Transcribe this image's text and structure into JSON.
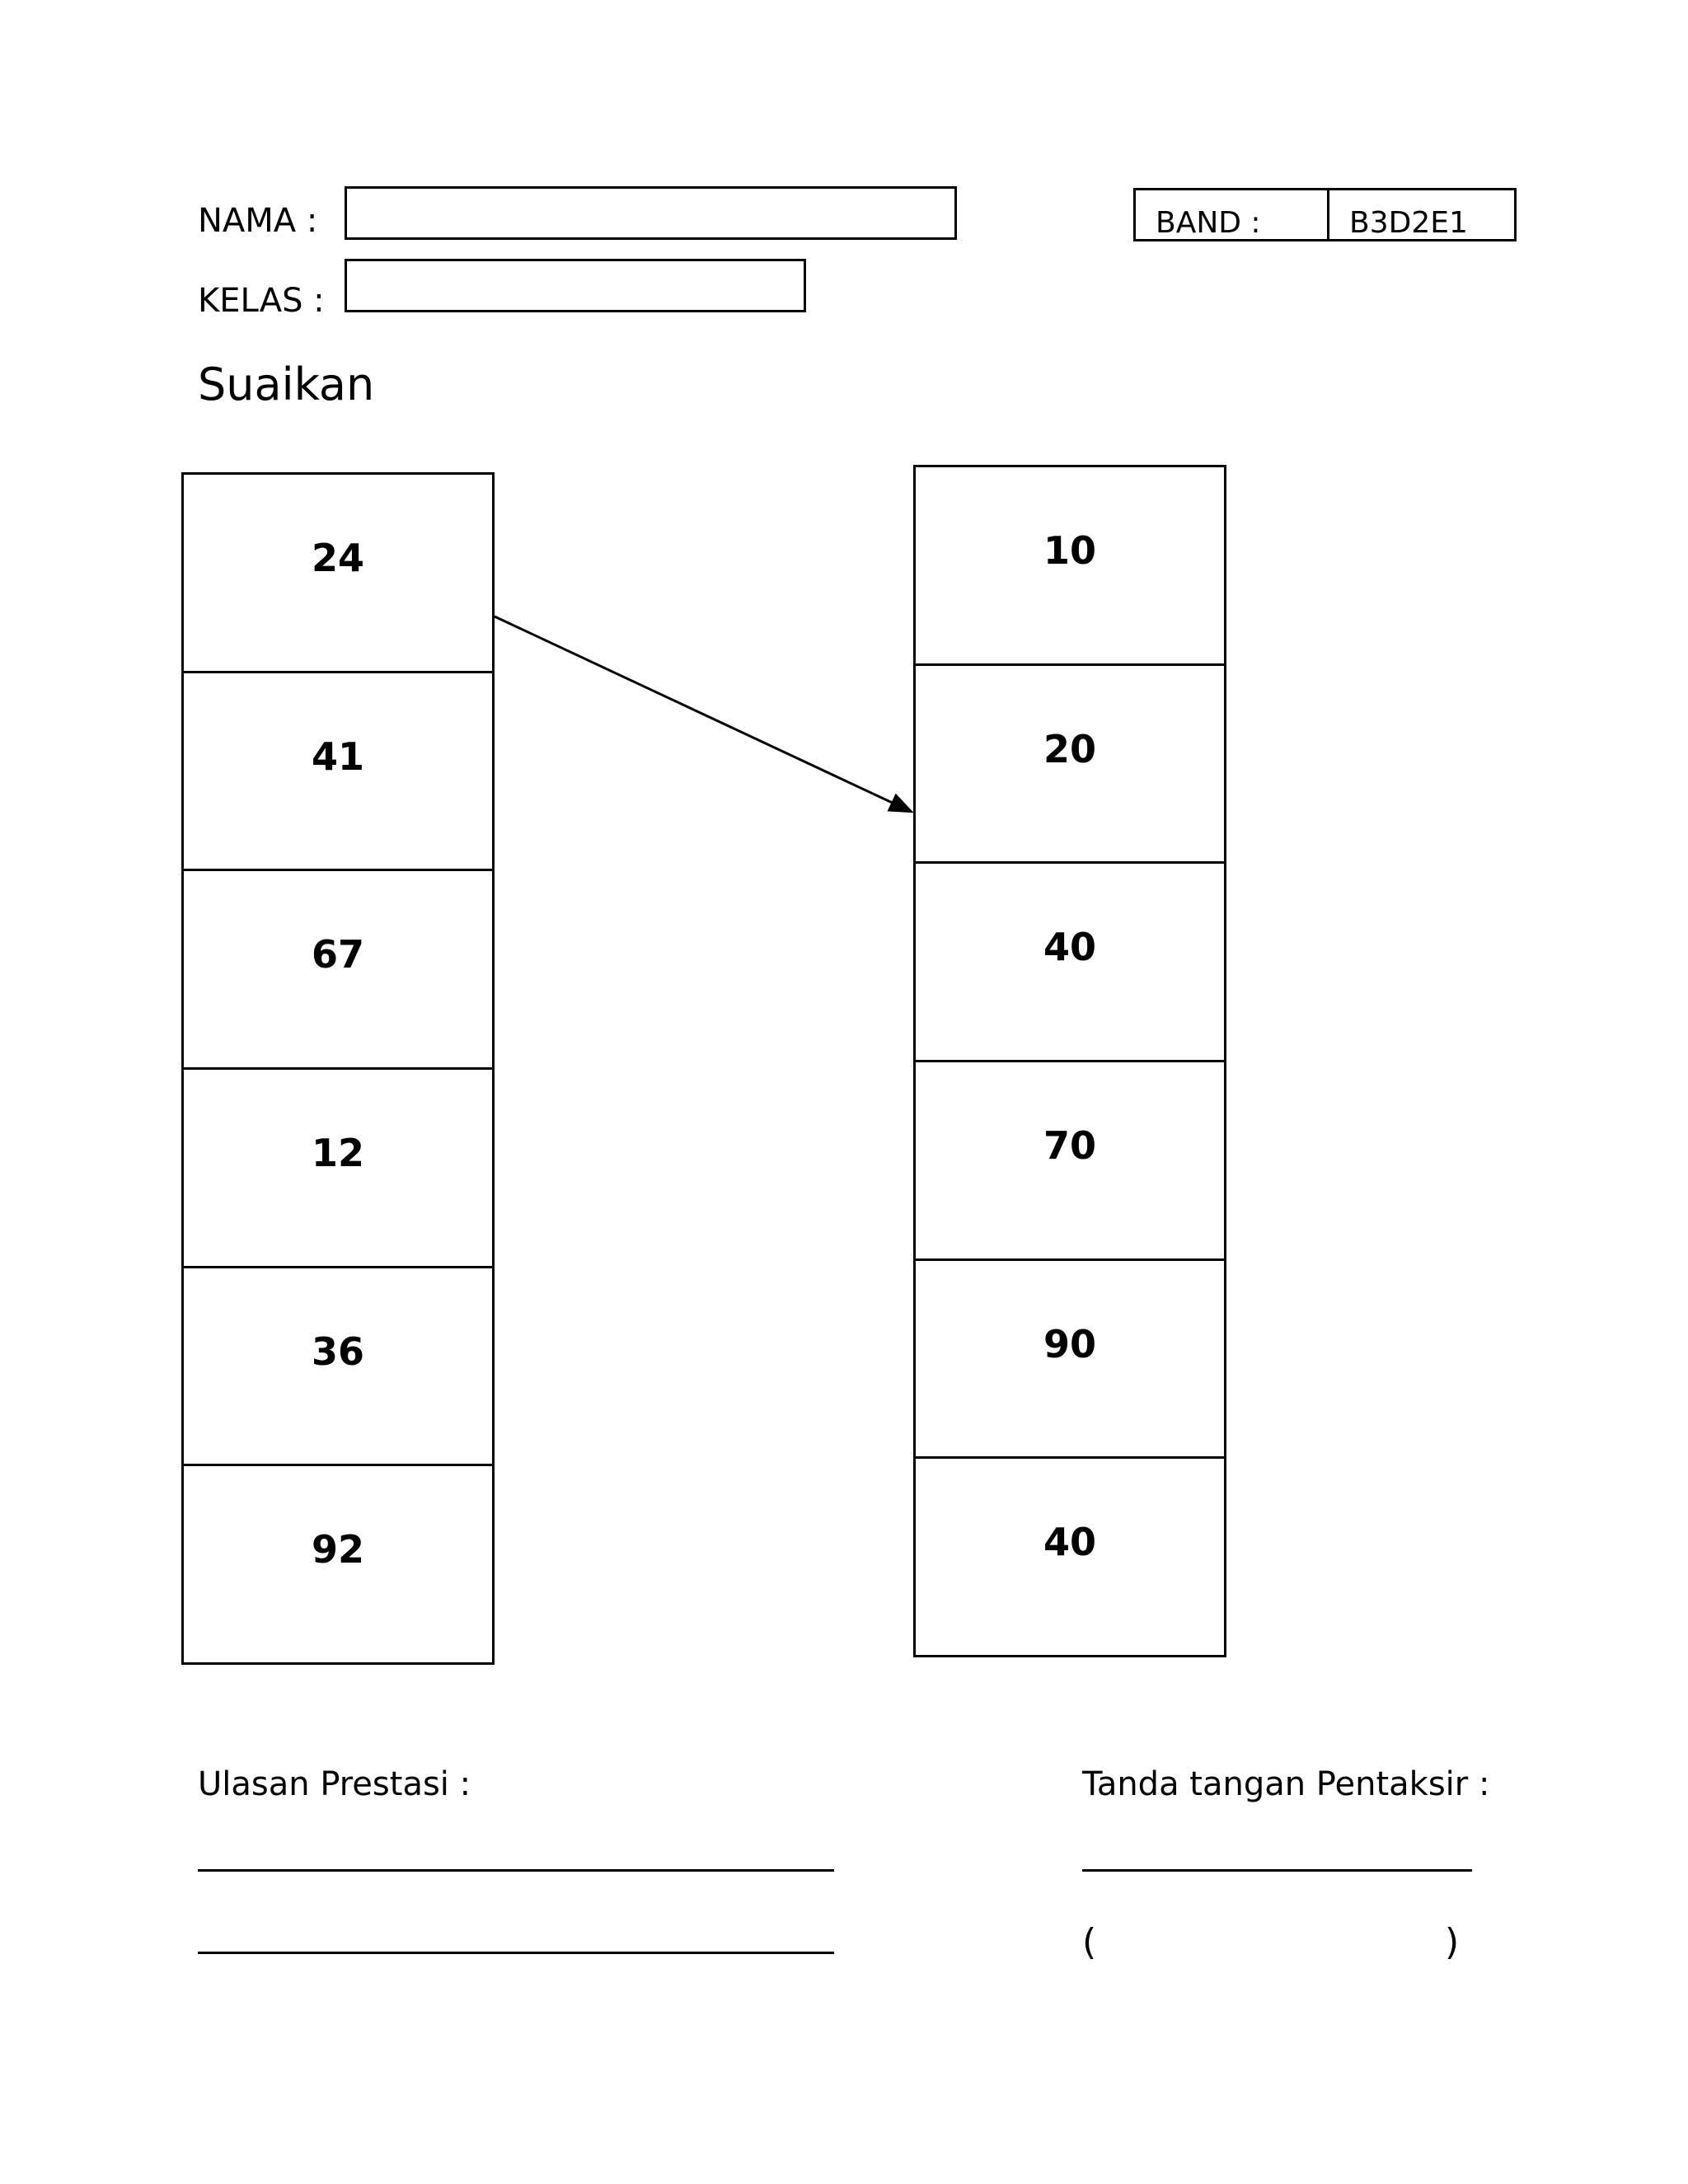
{
  "header": {
    "nama_label": "NAMA :",
    "kelas_label": "KELAS :",
    "band_label": "BAND :",
    "band_value": "B3D2E1"
  },
  "title": "Suaikan",
  "left_column": [
    "24",
    "41",
    "67",
    "12",
    "36",
    "92"
  ],
  "right_column": [
    "10",
    "20",
    "40",
    "70",
    "90",
    "40"
  ],
  "footer": {
    "ulasan_label": "Ulasan Prestasi :",
    "tandatangan_label": "Tanda tangan Pentaksir :",
    "open_paren": "(",
    "close_paren": ")"
  }
}
